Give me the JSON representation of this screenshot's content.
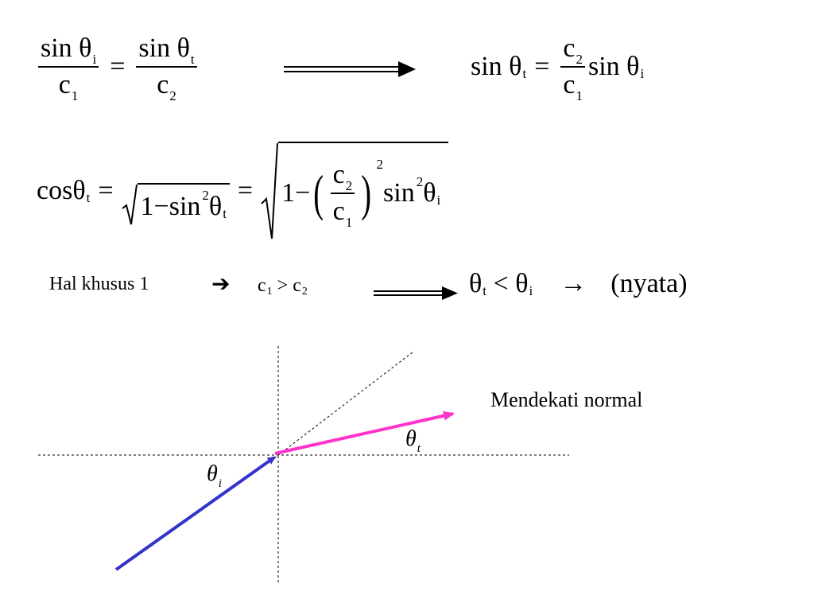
{
  "equation1": {
    "lhs_num": "sin θ",
    "lhs_num_sub": "i",
    "lhs_den": "c",
    "lhs_den_sub": "1",
    "eq": "=",
    "rhs_num": "sin θ",
    "rhs_num_sub": "t",
    "rhs_den": "c",
    "rhs_den_sub": "2"
  },
  "equation2": {
    "lhs": "sin θ",
    "lhs_sub": "t",
    "eq": "=",
    "frac_num": "c",
    "frac_num_sub": "2",
    "frac_den": "c",
    "frac_den_sub": "1",
    "rhs": "sin θ",
    "rhs_sub": "i"
  },
  "equation3": {
    "cos": "cosθ",
    "cos_sub": "t",
    "eq1": "=",
    "sqrt1_a": "1−sin",
    "sqrt1_sup": "2",
    "sqrt1_b": " θ",
    "sqrt1_sub": "t",
    "eq2": "=",
    "sqrt2_a": "1−",
    "paren_l": "(",
    "frac_num": "c",
    "frac_num_sub": "2",
    "frac_den": "c",
    "frac_den_sub": "1",
    "paren_r": ")",
    "paren_sup": "2",
    "sqrt2_b": " sin",
    "sqrt2_sup": "2",
    "sqrt2_c": " θ",
    "sqrt2_sub": "i"
  },
  "special_case": {
    "label": "Hal khusus 1",
    "arrow": "➔",
    "cond_a": "c",
    "cond_a_sub": "1",
    "cond_op": " > ",
    "cond_b": "c",
    "cond_b_sub": "2",
    "res_a": "θ",
    "res_a_sub": "t",
    "res_op": " < ",
    "res_b": "θ",
    "res_b_sub": "i",
    "res_arrow": "→",
    "res_note": "(nyata)"
  },
  "diagram": {
    "label_normal": "Mendekati normal",
    "theta_i": "θ",
    "theta_i_sub": "i",
    "theta_t": "θ",
    "theta_t_sub": "t",
    "colors": {
      "incident": "#3333cc",
      "refracted": "#ff33cc",
      "guide": "#000000"
    }
  }
}
